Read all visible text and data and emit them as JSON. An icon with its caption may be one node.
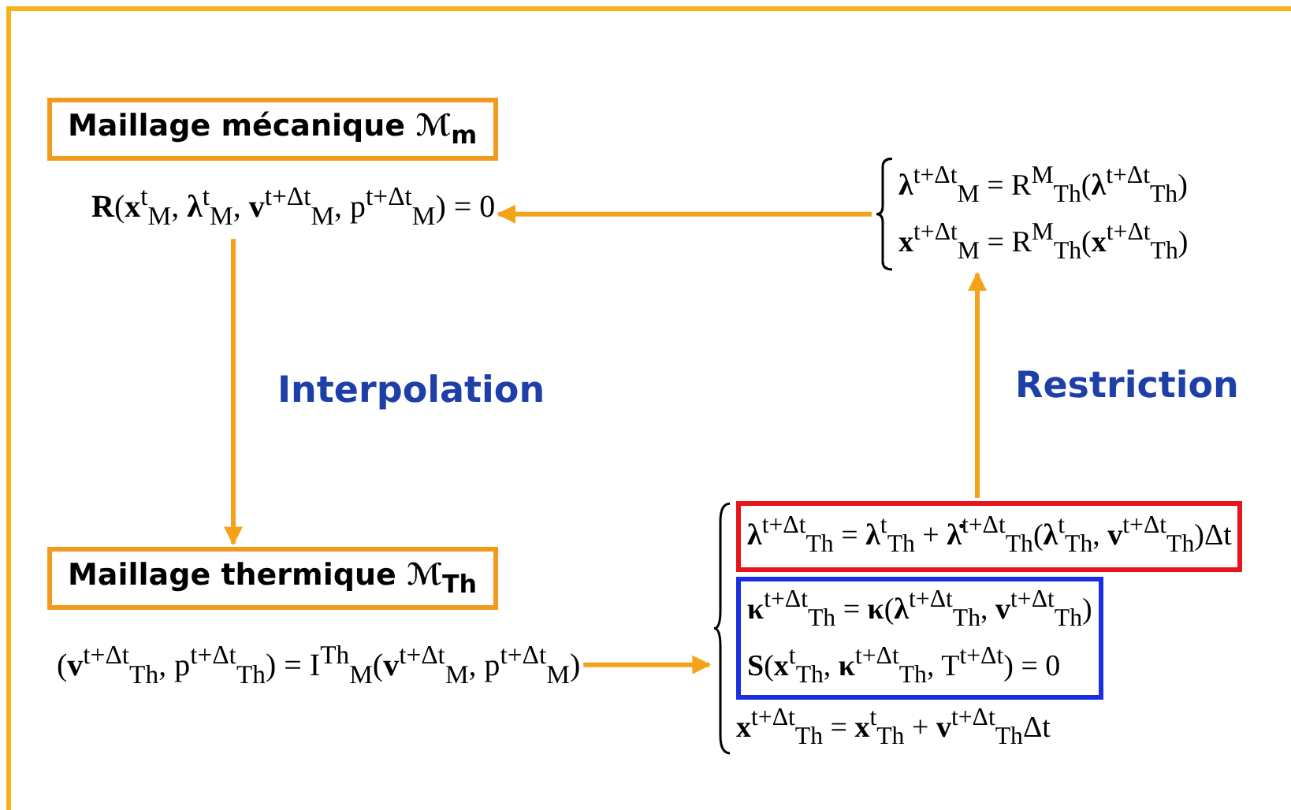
{
  "diagram": {
    "nodes": [
      {
        "text": [
          "Maillage mécanique ℳ$_{m}$"
        ]
      },
      {
        "text": [
          "**R**(**x**$^{t}$$_{M}$, **λ**$^{t}$$_{M}$, **v**$^{t+Δt}$$_{M}$, p$^{t+Δt}$$_{M}$) = 0"
        ]
      },
      {
        "text": [
          "**λ**$^{t+Δt}$$_{M}$ = R$^{M}$$_{Th}$(**λ**$^{t+Δt}$$_{Th}$)",
          "**x**$^{t+Δt}$$_{M}$ = R$^{M}$$_{Th}$(**x**$^{t+Δt}$$_{Th}$)"
        ]
      },
      {
        "text": [
          "Maillage thermique ℳ$_{Th}$"
        ]
      },
      {
        "text": [
          "(**v**$^{t+Δt}$$_{Th}$, p$^{t+Δt}$$_{Th}$) = I$^{Th}$$_{M}$(**v**$^{t+Δt}$$_{M}$, p$^{t+Δt}$$_{M}$)"
        ]
      },
      {
        "text": [
          "**x**$^{t+Δt}$$_{Th}$ = **x**$^{t}$$_{Th}$ + **v**$^{t+Δt}$$_{Th}$Δt"
        ]
      },
      {
        "text": [
          "**λ**$^{t+Δt}$$_{Th}$ = **λ**$^{t}$$_{Th}$ + **λ̇**$^{t+Δt}$$_{Th}$(**λ**$^{t}$$_{Th}$, **v**$^{t+Δt}$$_{Th}$)Δt"
        ],
        "in": 5
      },
      {
        "text": [
          "**κ**$^{t+Δt}$$_{Th}$ = **κ**(**λ**$^{t+Δt}$$_{Th}$, **v**$^{t+Δt}$$_{Th}$)",
          "**S**(**x**$^{t}$$_{Th}$, **κ**$^{t+Δt}$$_{Th}$, T$^{t+Δt}$) = 0"
        ],
        "in": 5
      }
    ],
    "edges": [
      {
        "from": 2,
        "to": 1,
        "arrow": "to"
      },
      {
        "from": 1,
        "to": 3,
        "arrow": "to",
        "label": "Interpolation"
      },
      {
        "from": 4,
        "to": 5,
        "arrow": "to"
      },
      {
        "from": 5,
        "to": 2,
        "arrow": "to",
        "label": "Restriction"
      }
    ]
  }
}
